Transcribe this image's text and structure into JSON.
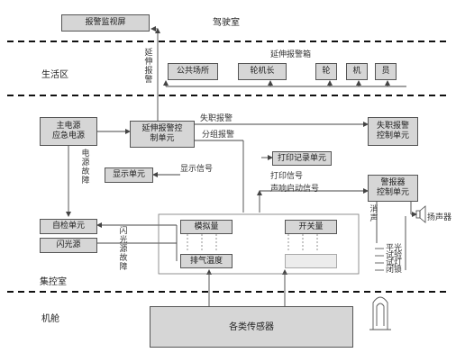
{
  "zones": {
    "bridge": "驾驶室",
    "living": "生活区",
    "control": "集控室",
    "engine": "机舱"
  },
  "boxes": {
    "alarm_screen": "报警监视屏",
    "public": "公共场所",
    "turbine_chief": "轮机长",
    "b1": "轮",
    "b2": "机",
    "b3": "员",
    "main_power": "主电源\n应急电源",
    "ext_alarm_ctrl": "延伸报警控\n制单元",
    "lost_alarm_ctrl": "失职报警\n控制单元",
    "printer": "打印记录单元",
    "display": "显示单元",
    "alarm_ctrl": "警报器\n控制单元",
    "self_check": "自检单元",
    "flash_src": "闪光源",
    "analog": "模拟量",
    "switch": "开关量",
    "exhaust": "排气温度",
    "sensors": "各类传感器"
  },
  "labels": {
    "ext_box": "延伸报警箱",
    "ext_alarm_v": "延伸报警",
    "lost_alarm": "失职报警",
    "group_alarm": "分组报警",
    "display_sig": "显示信号",
    "print_sig": "打印信号",
    "sound_start": "声响启动信号",
    "power_fault": "电源故障",
    "flash_fault": "闪光源故障",
    "speaker": "扬声器",
    "mute": "消声",
    "test_parts": [
      "平光",
      "试验",
      "试灯",
      "闭锁"
    ]
  }
}
